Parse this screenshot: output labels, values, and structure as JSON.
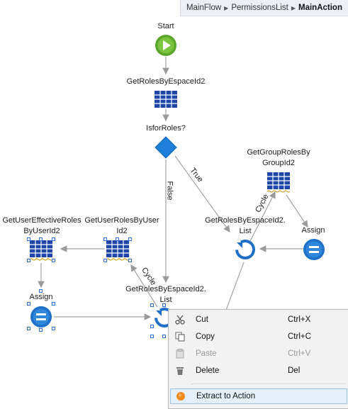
{
  "breadcrumb": {
    "items": [
      "MainFlow",
      "PermissionsList"
    ],
    "current": "MainAction"
  },
  "nodes": {
    "start": "Start",
    "query1": "GetRolesByEspaceId2",
    "if1": "IsforRoles?",
    "query_group_line1": "GetGroupRolesBy",
    "query_group_line2": "GroupId2",
    "foreach1_line1": "GetRolesByEspaceId2.",
    "foreach1_line2": "List",
    "assign1": "Assign",
    "query_user_eff_line1": "GetUserEffectiveRoles",
    "query_user_eff_line2": "ByUserId2",
    "query_user_roles_line1": "GetUserRolesByUser",
    "query_user_roles_line2": "Id2",
    "assign2": "Assign",
    "foreach2_line1": "GetRolesByEspaceId2.",
    "foreach2_line2": "List"
  },
  "edges": {
    "true_label": "True",
    "false_label": "False",
    "cycle1": "Cycle",
    "cycle2": "Cycle"
  },
  "context_menu": {
    "items": [
      {
        "label": "Cut",
        "shortcut": "Ctrl+X",
        "icon": "scissors-icon",
        "enabled": true
      },
      {
        "label": "Copy",
        "shortcut": "Ctrl+C",
        "icon": "copy-icon",
        "enabled": true
      },
      {
        "label": "Paste",
        "shortcut": "Ctrl+V",
        "icon": "paste-icon",
        "enabled": false
      },
      {
        "label": "Delete",
        "shortcut": "Del",
        "icon": "trash-icon",
        "enabled": true
      },
      {
        "label": "Extract to Action",
        "shortcut": "",
        "icon": "orange-circle-icon",
        "enabled": true
      }
    ]
  }
}
